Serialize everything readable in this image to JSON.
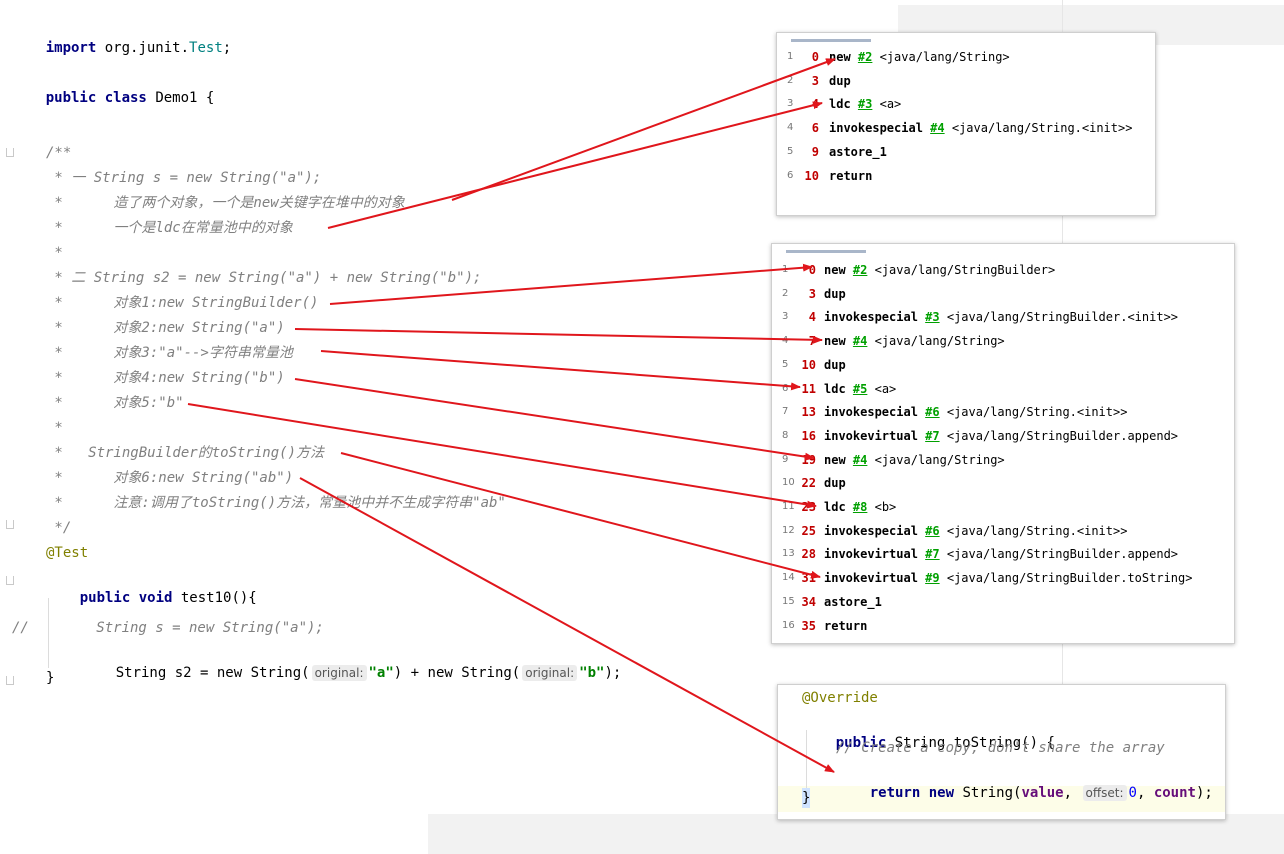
{
  "editor": {
    "import_kw": "import",
    "import_pkg": "org.junit.",
    "import_cls": "Test",
    "import_semi": ";",
    "class_decl_kw": "public class",
    "class_decl_name": "Demo1 {",
    "comment_lines": [
      "/**",
      " * 一 String s = new String(\"a\");",
      " *      造了两个对象，一个是new关键字在堆中的对象",
      " *      一个是ldc在常量池中的对象",
      " *",
      " * 二 String s2 = new String(\"a\") + new String(\"b\");",
      " *      对象1:new StringBuilder()",
      " *      对象2:new String(\"a\")",
      " *      对象3:\"a\"-->字符串常量池",
      " *      对象4:new String(\"b\")",
      " *      对象5:\"b\"",
      " *",
      " *   StringBuilder的toString()方法",
      " *      对象6:new String(\"ab\")",
      " *      注意:调用了toString()方法，常量池中并不生成字符串\"ab\"",
      " */"
    ],
    "annotation": "@Test",
    "method_kw": "public void",
    "method_name": "test10(){",
    "commented_code": "//        String s = new String(\"a\");",
    "code_line_a": "String s2 = new String(",
    "hint_original_1": "original:",
    "arg_a": "\"a\"",
    "code_line_mid": ") + new String(",
    "hint_original_2": "original:",
    "arg_b": "\"b\"",
    "code_line_end": ");",
    "close_brace": "}"
  },
  "bytecode_panel_1": {
    "rows": [
      {
        "ln": "1",
        "off": "0",
        "op": "new",
        "ref": "#2",
        "desc": "<java/lang/String>"
      },
      {
        "ln": "2",
        "off": "3",
        "op": "dup",
        "ref": "",
        "desc": ""
      },
      {
        "ln": "3",
        "off": "4",
        "op": "ldc",
        "ref": "#3",
        "desc": "<a>"
      },
      {
        "ln": "4",
        "off": "6",
        "op": "invokespecial",
        "ref": "#4",
        "desc": "<java/lang/String.<init>>"
      },
      {
        "ln": "5",
        "off": "9",
        "op": "astore_1",
        "ref": "",
        "desc": ""
      },
      {
        "ln": "6",
        "off": "10",
        "op": "return",
        "ref": "",
        "desc": ""
      }
    ]
  },
  "bytecode_panel_2": {
    "rows": [
      {
        "ln": "1",
        "off": "0",
        "op": "new",
        "ref": "#2",
        "desc": "<java/lang/StringBuilder>"
      },
      {
        "ln": "2",
        "off": "3",
        "op": "dup",
        "ref": "",
        "desc": ""
      },
      {
        "ln": "3",
        "off": "4",
        "op": "invokespecial",
        "ref": "#3",
        "desc": "<java/lang/StringBuilder.<init>>"
      },
      {
        "ln": "4",
        "off": "7",
        "op": "new",
        "ref": "#4",
        "desc": "<java/lang/String>"
      },
      {
        "ln": "5",
        "off": "10",
        "op": "dup",
        "ref": "",
        "desc": ""
      },
      {
        "ln": "6",
        "off": "11",
        "op": "ldc",
        "ref": "#5",
        "desc": "<a>"
      },
      {
        "ln": "7",
        "off": "13",
        "op": "invokespecial",
        "ref": "#6",
        "desc": "<java/lang/String.<init>>"
      },
      {
        "ln": "8",
        "off": "16",
        "op": "invokevirtual",
        "ref": "#7",
        "desc": "<java/lang/StringBuilder.append>"
      },
      {
        "ln": "9",
        "off": "19",
        "op": "new",
        "ref": "#4",
        "desc": "<java/lang/String>"
      },
      {
        "ln": "10",
        "off": "22",
        "op": "dup",
        "ref": "",
        "desc": ""
      },
      {
        "ln": "11",
        "off": "23",
        "op": "ldc",
        "ref": "#8",
        "desc": "<b>"
      },
      {
        "ln": "12",
        "off": "25",
        "op": "invokespecial",
        "ref": "#6",
        "desc": "<java/lang/String.<init>>"
      },
      {
        "ln": "13",
        "off": "28",
        "op": "invokevirtual",
        "ref": "#7",
        "desc": "<java/lang/StringBuilder.append>"
      },
      {
        "ln": "14",
        "off": "31",
        "op": "invokevirtual",
        "ref": "#9",
        "desc": "<java/lang/StringBuilder.toString>"
      },
      {
        "ln": "15",
        "off": "34",
        "op": "astore_1",
        "ref": "",
        "desc": ""
      },
      {
        "ln": "16",
        "off": "35",
        "op": "return",
        "ref": "",
        "desc": ""
      }
    ]
  },
  "tostring_panel": {
    "annotation": "@Override",
    "decl_kw": "public",
    "decl_rest": "String toString() {",
    "comment": "// Create a copy, don't share the array",
    "ret_kw": "return new",
    "ret_a": "String(",
    "ret_value": "value",
    "ret_comma": ",",
    "hint_offset": "offset:",
    "ret_zero": "0",
    "ret_count_sep": ",",
    "ret_count": "count",
    "ret_end": ");",
    "close": "}"
  },
  "colors": {
    "keyword": "#000080",
    "string": "#008000",
    "comment": "#808080",
    "annotation": "#808000",
    "arrow": "#e0161c",
    "bytecode_offset": "#c00000",
    "bytecode_ref": "#00a000"
  }
}
